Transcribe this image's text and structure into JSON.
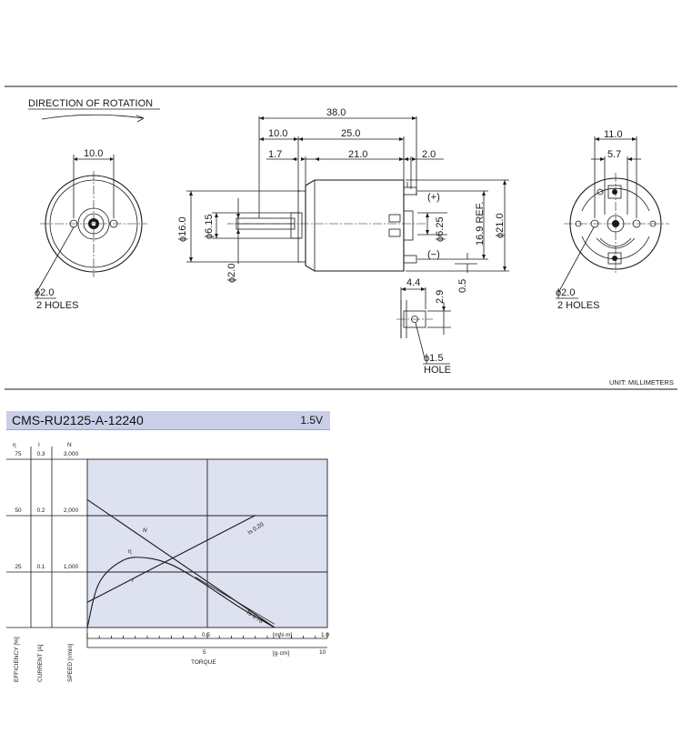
{
  "drawing": {
    "direction_label": "DIRECTION OF ROTATION",
    "unit_label": "UNIT: MILLIMETERS",
    "front_view": {
      "dim_width": "10.0",
      "hole_note": "ϕ2.0",
      "hole_count": "2 HOLES"
    },
    "side_view": {
      "dim_overall": "38.0",
      "dim_shaft": "10.0",
      "dim_body": "25.0",
      "dim_flange": "1.7",
      "dim_can": "21.0",
      "dim_terminal": "2.0",
      "dim_dia_16": "ϕ16.0",
      "dim_dia_615": "ϕ6.15",
      "dim_shaft_dia": "ϕ2.0",
      "dim_dia_625": "ϕ6.25",
      "dim_ref": "16.9 REF.",
      "dim_dia_21": "ϕ21.0",
      "dim_05": "0.5",
      "plus_label": "(+)",
      "minus_label": "(−)"
    },
    "terminal_detail": {
      "dim_44": "4.4",
      "dim_29": "2.9",
      "hole_note": "ϕ1.5",
      "hole_label": "HOLE"
    },
    "rear_view": {
      "dim_110": "11.0",
      "dim_57": "5.7",
      "hole_note": "ϕ2.0",
      "hole_count": "2 HOLES"
    }
  },
  "chart": {
    "model": "CMS-RU2125-A-12240",
    "voltage": "1.5V",
    "axis_headers": {
      "efficiency": "η",
      "current": "I",
      "speed": "N"
    },
    "efficiency_ticks": [
      "75",
      "50",
      "25"
    ],
    "current_ticks": [
      "0.3",
      "0.2",
      "0.1"
    ],
    "speed_ticks": [
      "3,000",
      "2,000",
      "1,000"
    ],
    "x_ticks_mnm": [
      "0.5",
      "1.0"
    ],
    "x_unit_mnm": "[mN·m]",
    "x_ticks_gcm": [
      "5",
      "10"
    ],
    "x_unit_gcm": "[g·cm]",
    "x_label": "TORQUE",
    "y_label_efficiency": "EFFICIENCY [%]",
    "y_label_current": "CURRENT [A]",
    "y_label_speed": "SPEED [r/min]",
    "curve_labels": {
      "n": "N",
      "eta": "η",
      "i": "I",
      "is": "Is 0.20",
      "ts": "Ts 0.78"
    },
    "bg_color": "#dde1f0"
  },
  "chart_data": {
    "type": "line",
    "title": "CMS-RU2125-A-12240",
    "subtitle": "1.5V",
    "xlabel": "TORQUE",
    "xlim": [
      0,
      1.0
    ],
    "ylim_speed": [
      0,
      3000
    ],
    "ylim_current": [
      0,
      0.3
    ],
    "ylim_efficiency": [
      0,
      75
    ],
    "series": [
      {
        "name": "N",
        "x": [
          0,
          0.78
        ],
        "y": [
          2280,
          0
        ],
        "axis": "speed"
      },
      {
        "name": "I",
        "x": [
          0,
          0.7
        ],
        "y": [
          0.045,
          0.2
        ],
        "axis": "current"
      },
      {
        "name": "η",
        "x": [
          0,
          0.05,
          0.15,
          0.25,
          0.35,
          0.45,
          0.55,
          0.65,
          0.78
        ],
        "y": [
          0,
          20,
          30,
          31,
          28,
          22,
          15,
          8,
          0
        ],
        "axis": "efficiency"
      }
    ],
    "annotations": [
      "Is 0.20",
      "Ts 0.78"
    ]
  }
}
